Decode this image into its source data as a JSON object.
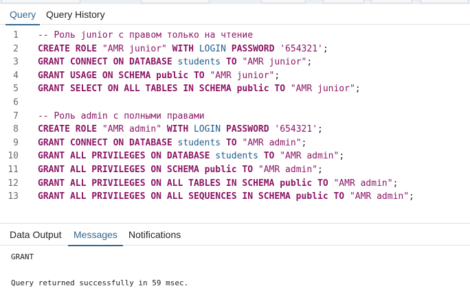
{
  "query_tabs": [
    {
      "label": "Query",
      "active": true
    },
    {
      "label": "Query History",
      "active": false
    }
  ],
  "editor": {
    "lines": [
      {
        "n": "1",
        "tokens": [
          {
            "t": "-- Роль junior с правом только на чтение",
            "c": "cm"
          }
        ]
      },
      {
        "n": "2",
        "tokens": [
          {
            "t": "CREATE ROLE",
            "c": "kw"
          },
          {
            "t": " ",
            "c": ""
          },
          {
            "t": "\"AMR junior\"",
            "c": "str"
          },
          {
            "t": " ",
            "c": ""
          },
          {
            "t": "WITH",
            "c": "kw"
          },
          {
            "t": " ",
            "c": ""
          },
          {
            "t": "LOGIN",
            "c": "id"
          },
          {
            "t": " ",
            "c": ""
          },
          {
            "t": "PASSWORD",
            "c": "kw"
          },
          {
            "t": " ",
            "c": ""
          },
          {
            "t": "'654321'",
            "c": "str"
          },
          {
            "t": ";",
            "c": ""
          }
        ]
      },
      {
        "n": "3",
        "tokens": [
          {
            "t": "GRANT CONNECT ON DATABASE",
            "c": "kw"
          },
          {
            "t": " ",
            "c": ""
          },
          {
            "t": "students",
            "c": "id"
          },
          {
            "t": " ",
            "c": ""
          },
          {
            "t": "TO",
            "c": "kw"
          },
          {
            "t": " ",
            "c": ""
          },
          {
            "t": "\"AMR junior\"",
            "c": "str"
          },
          {
            "t": ";",
            "c": ""
          }
        ]
      },
      {
        "n": "4",
        "tokens": [
          {
            "t": "GRANT USAGE ON SCHEMA public TO",
            "c": "kw"
          },
          {
            "t": " ",
            "c": ""
          },
          {
            "t": "\"AMR junior\"",
            "c": "str"
          },
          {
            "t": ";",
            "c": ""
          }
        ]
      },
      {
        "n": "5",
        "tokens": [
          {
            "t": "GRANT SELECT ON ALL TABLES IN SCHEMA public TO",
            "c": "kw"
          },
          {
            "t": " ",
            "c": ""
          },
          {
            "t": "\"AMR junior\"",
            "c": "str"
          },
          {
            "t": ";",
            "c": ""
          }
        ]
      },
      {
        "n": "6",
        "tokens": []
      },
      {
        "n": "7",
        "tokens": [
          {
            "t": "-- Роль admin с полными правами",
            "c": "cm"
          }
        ]
      },
      {
        "n": "8",
        "tokens": [
          {
            "t": "CREATE ROLE",
            "c": "kw"
          },
          {
            "t": " ",
            "c": ""
          },
          {
            "t": "\"AMR admin\"",
            "c": "str"
          },
          {
            "t": " ",
            "c": ""
          },
          {
            "t": "WITH",
            "c": "kw"
          },
          {
            "t": " ",
            "c": ""
          },
          {
            "t": "LOGIN",
            "c": "id"
          },
          {
            "t": " ",
            "c": ""
          },
          {
            "t": "PASSWORD",
            "c": "kw"
          },
          {
            "t": " ",
            "c": ""
          },
          {
            "t": "'654321'",
            "c": "str"
          },
          {
            "t": ";",
            "c": ""
          }
        ]
      },
      {
        "n": "9",
        "tokens": [
          {
            "t": "GRANT CONNECT ON DATABASE",
            "c": "kw"
          },
          {
            "t": " ",
            "c": ""
          },
          {
            "t": "students",
            "c": "id"
          },
          {
            "t": " ",
            "c": ""
          },
          {
            "t": "TO",
            "c": "kw"
          },
          {
            "t": " ",
            "c": ""
          },
          {
            "t": "\"AMR admin\"",
            "c": "str"
          },
          {
            "t": ";",
            "c": ""
          }
        ]
      },
      {
        "n": "10",
        "tokens": [
          {
            "t": "GRANT ALL PRIVILEGES ON DATABASE",
            "c": "kw"
          },
          {
            "t": " ",
            "c": ""
          },
          {
            "t": "students",
            "c": "id"
          },
          {
            "t": " ",
            "c": ""
          },
          {
            "t": "TO",
            "c": "kw"
          },
          {
            "t": " ",
            "c": ""
          },
          {
            "t": "\"AMR admin\"",
            "c": "str"
          },
          {
            "t": ";",
            "c": ""
          }
        ]
      },
      {
        "n": "11",
        "tokens": [
          {
            "t": "GRANT ALL PRIVILEGES ON SCHEMA public TO",
            "c": "kw"
          },
          {
            "t": " ",
            "c": ""
          },
          {
            "t": "\"AMR admin\"",
            "c": "str"
          },
          {
            "t": ";",
            "c": ""
          }
        ]
      },
      {
        "n": "12",
        "tokens": [
          {
            "t": "GRANT ALL PRIVILEGES ON ALL TABLES IN SCHEMA public TO",
            "c": "kw"
          },
          {
            "t": " ",
            "c": ""
          },
          {
            "t": "\"AMR admin\"",
            "c": "str"
          },
          {
            "t": ";",
            "c": ""
          }
        ]
      },
      {
        "n": "13",
        "tokens": [
          {
            "t": "GRANT ALL PRIVILEGES ON ALL SEQUENCES IN SCHEMA public TO",
            "c": "kw"
          },
          {
            "t": " ",
            "c": ""
          },
          {
            "t": "\"AMR admin\"",
            "c": "str"
          },
          {
            "t": ";",
            "c": ""
          }
        ]
      }
    ]
  },
  "output_tabs": [
    {
      "label": "Data Output",
      "active": false
    },
    {
      "label": "Messages",
      "active": true
    },
    {
      "label": "Notifications",
      "active": false
    }
  ],
  "messages": {
    "line1": "GRANT",
    "line2": "Query returned successfully in 59 msec."
  },
  "colors": {
    "accent": "#326690",
    "keyword": "#8c1565",
    "identifier": "#1f5b8c"
  }
}
